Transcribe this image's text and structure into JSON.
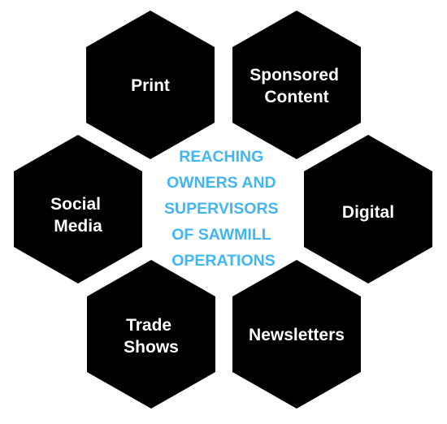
{
  "diagram": {
    "center": {
      "lines": [
        "REACHING",
        "OWNERS AND",
        "SUPERVISORS",
        "OF SAWMILL",
        "OPERATIONS"
      ],
      "color": "#41b6f0"
    },
    "hexagons": [
      {
        "id": "print",
        "lines": [
          "Print"
        ]
      },
      {
        "id": "sponsored-content",
        "lines": [
          "Sponsored",
          "Content"
        ]
      },
      {
        "id": "social-media",
        "lines": [
          "Social",
          "Media"
        ]
      },
      {
        "id": "digital",
        "lines": [
          "Digital"
        ]
      },
      {
        "id": "trade-shows",
        "lines": [
          "Trade",
          "Shows"
        ]
      },
      {
        "id": "newsletters",
        "lines": [
          "Newsletters"
        ]
      }
    ],
    "hex_color": "#000000",
    "label_color": "#ffffff"
  }
}
